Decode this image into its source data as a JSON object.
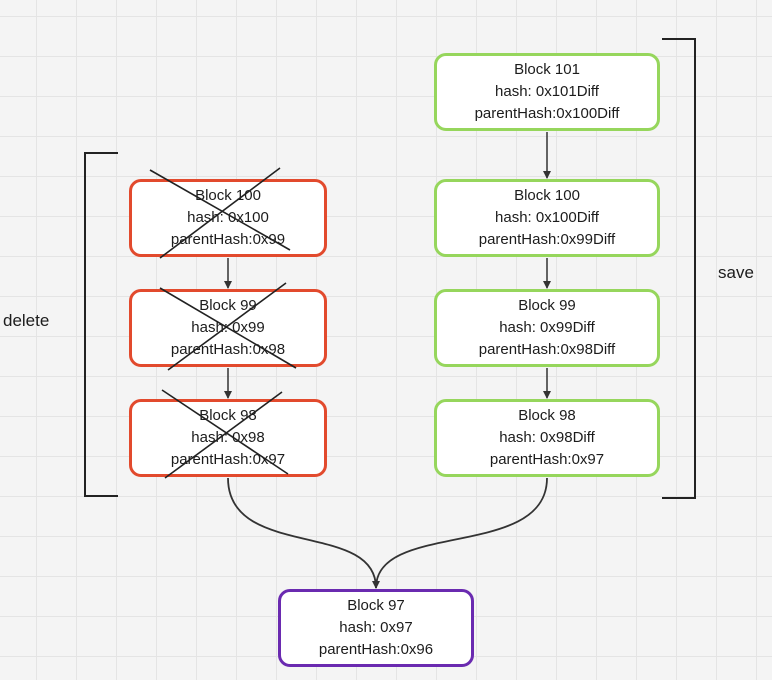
{
  "labels": {
    "delete": "delete",
    "save": "save"
  },
  "left_chain": [
    {
      "title": "Block 100",
      "hash": "hash: 0x100",
      "parent": "parentHash:0x99"
    },
    {
      "title": "Block 99",
      "hash": "hash: 0x99",
      "parent": "parentHash:0x98"
    },
    {
      "title": "Block 98",
      "hash": "hash: 0x98",
      "parent": "parentHash:0x97"
    }
  ],
  "right_chain": [
    {
      "title": "Block 101",
      "hash": "hash: 0x101Diff",
      "parent": "parentHash:0x100Diff"
    },
    {
      "title": "Block 100",
      "hash": "hash: 0x100Diff",
      "parent": "parentHash:0x99Diff"
    },
    {
      "title": "Block 99",
      "hash": "hash: 0x99Diff",
      "parent": "parentHash:0x98Diff"
    },
    {
      "title": "Block 98",
      "hash": "hash: 0x98Diff",
      "parent": "parentHash:0x97"
    }
  ],
  "common": {
    "title": "Block 97",
    "hash": "hash: 0x97",
    "parent": "parentHash:0x96"
  },
  "colors": {
    "deleted_border": "#e24a2d",
    "saved_border": "#96d65c",
    "common_border": "#6a2ab0",
    "line": "#333333"
  }
}
